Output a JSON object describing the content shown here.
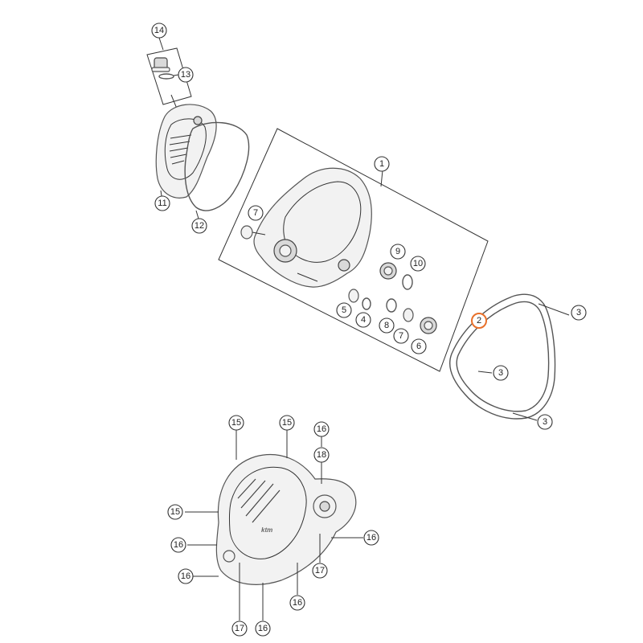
{
  "colors": {
    "highlight": "#e8702a",
    "line": "#333333",
    "part_fill": "#f2f2f2"
  },
  "callouts": [
    {
      "label": "14"
    },
    {
      "label": "13"
    },
    {
      "label": "11"
    },
    {
      "label": "12"
    },
    {
      "label": "1"
    },
    {
      "label": "7"
    },
    {
      "label": "9"
    },
    {
      "label": "10"
    },
    {
      "label": "5"
    },
    {
      "label": "4"
    },
    {
      "label": "8"
    },
    {
      "label": "7"
    },
    {
      "label": "6"
    },
    {
      "label": "2",
      "highlight": true
    },
    {
      "label": "3"
    },
    {
      "label": "3"
    },
    {
      "label": "3"
    },
    {
      "label": "15"
    },
    {
      "label": "15"
    },
    {
      "label": "16"
    },
    {
      "label": "18"
    },
    {
      "label": "15"
    },
    {
      "label": "16"
    },
    {
      "label": "16"
    },
    {
      "label": "16"
    },
    {
      "label": "17"
    },
    {
      "label": "16"
    },
    {
      "label": "17"
    },
    {
      "label": "16"
    }
  ]
}
